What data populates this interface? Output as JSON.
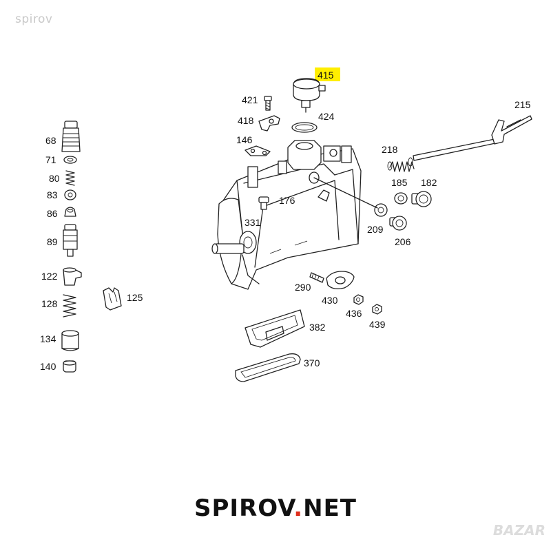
{
  "watermark": "spirov",
  "site": {
    "name_part1": "SPIROV",
    "dot": ".",
    "name_part2": "NET"
  },
  "corner_logo": "BAZAR",
  "highlight_color": "#ffee00",
  "logo_dot_color": "#e0301e",
  "parts": {
    "p415": "415",
    "p421": "421",
    "p418": "418",
    "p424": "424",
    "p146": "146",
    "p215": "215",
    "p218": "218",
    "p185": "185",
    "p182": "182",
    "p176": "176",
    "p331": "331",
    "p209": "209",
    "p206": "206",
    "p290": "290",
    "p430": "430",
    "p436": "436",
    "p439": "439",
    "p382": "382",
    "p370": "370",
    "p68": "68",
    "p71": "71",
    "p80": "80",
    "p83": "83",
    "p86": "86",
    "p89": "89",
    "p122": "122",
    "p125": "125",
    "p128": "128",
    "p134": "134",
    "p140": "140"
  },
  "highlighted_part": "415"
}
